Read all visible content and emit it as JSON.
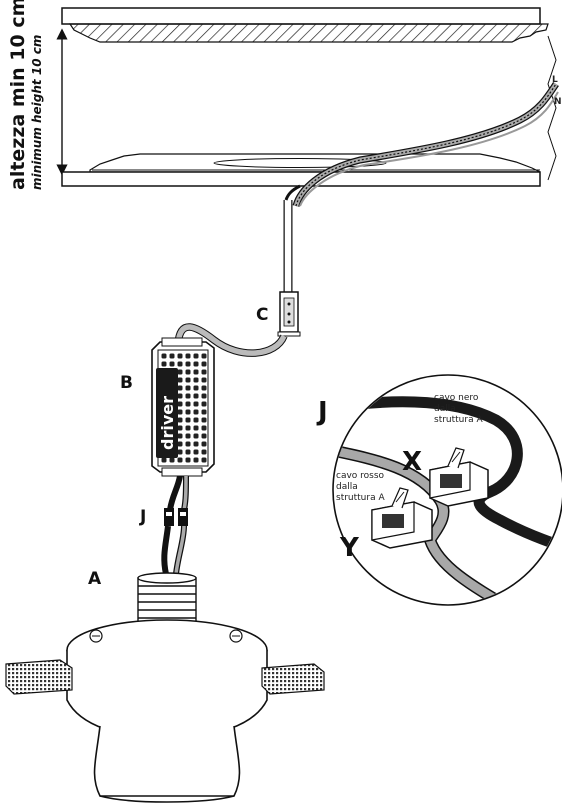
{
  "side_label": {
    "main": "altezza min 10 cm",
    "sub": "minimum height 10 cm"
  },
  "driver_text": "driver",
  "labels": {
    "A": "A",
    "B": "B",
    "C": "C",
    "J_main": "J",
    "J_detail": "J",
    "X": "X",
    "Y": "Y",
    "L": "L",
    "N": "N"
  },
  "callouts": {
    "black_cable": [
      "cavo nero",
      "dalla",
      "struttura A"
    ],
    "red_cable": [
      "cavo rosso",
      "dalla",
      "struttura A"
    ]
  },
  "colors": {
    "black_cable": "#1a1a1a",
    "grey_cable": "#a8a8a8",
    "line": "#111111"
  }
}
